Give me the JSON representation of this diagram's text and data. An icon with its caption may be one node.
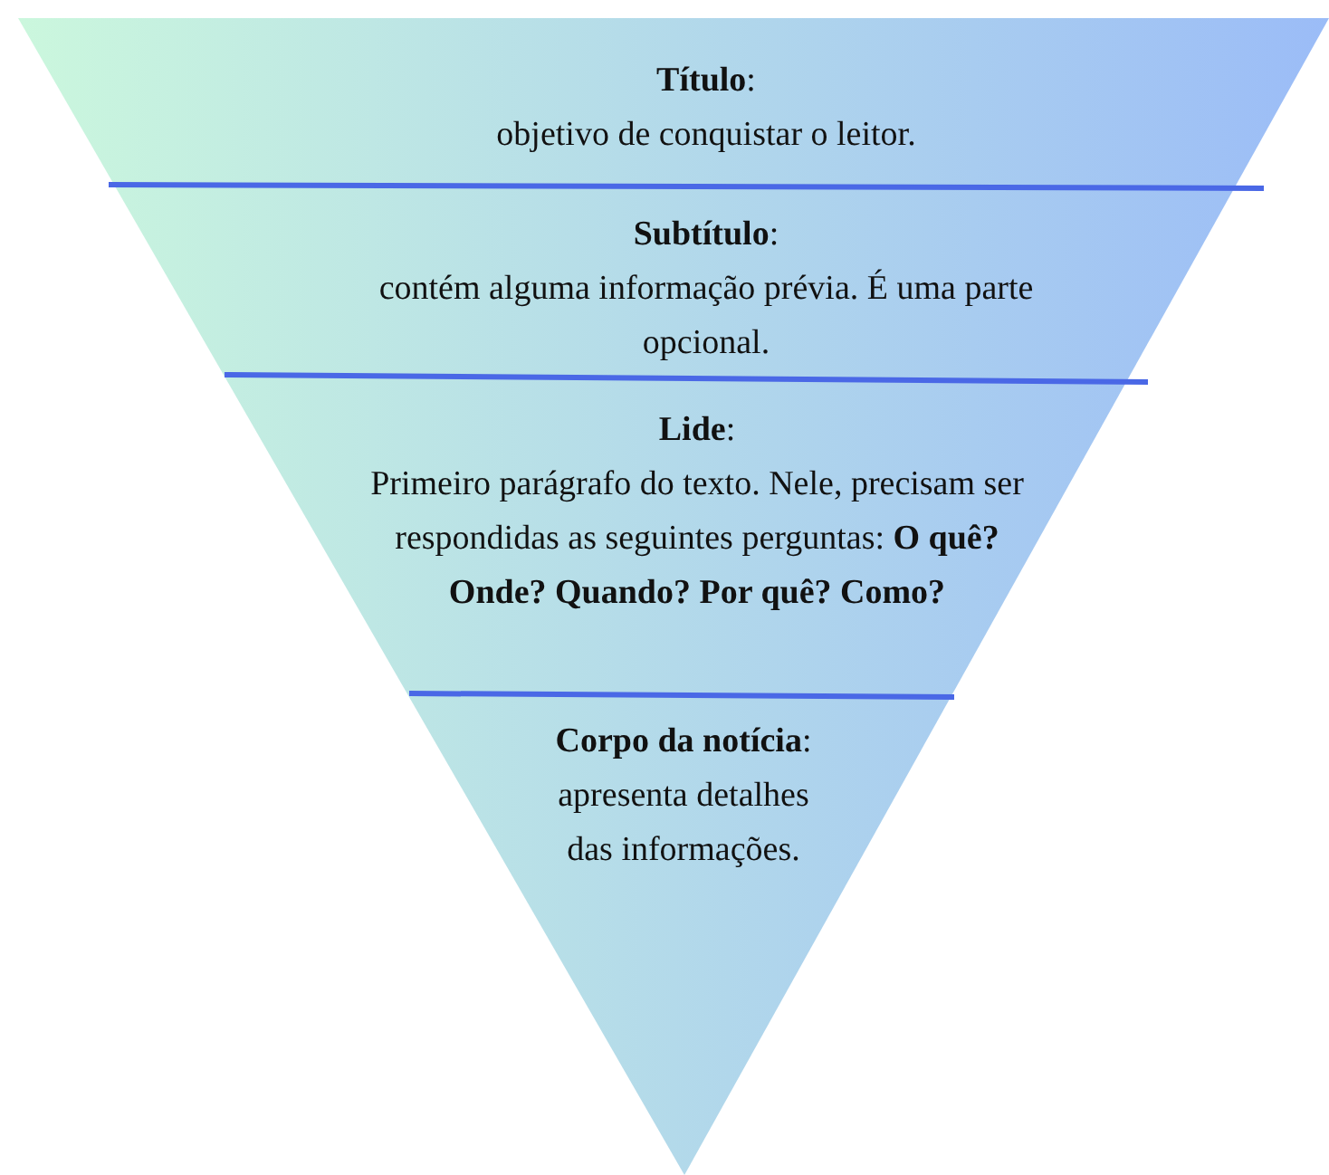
{
  "diagram": {
    "nodes": [
      {
        "text": [
          "**Título**:",
          "objetivo de conquistar o leitor."
        ]
      },
      {
        "text": [
          "**Subtítulo**:",
          "contém alguma informação prévia. É uma parte opcional."
        ]
      },
      {
        "text": [
          "**Lide**:",
          "Primeiro parágrafo do texto. Nele, precisam ser respondidas as seguintes perguntas: **O quê? Onde? Quando? Por quê? Como?**"
        ]
      },
      {
        "text": [
          "**Corpo da notícia**:",
          "apresenta detalhes das informações."
        ]
      }
    ]
  }
}
